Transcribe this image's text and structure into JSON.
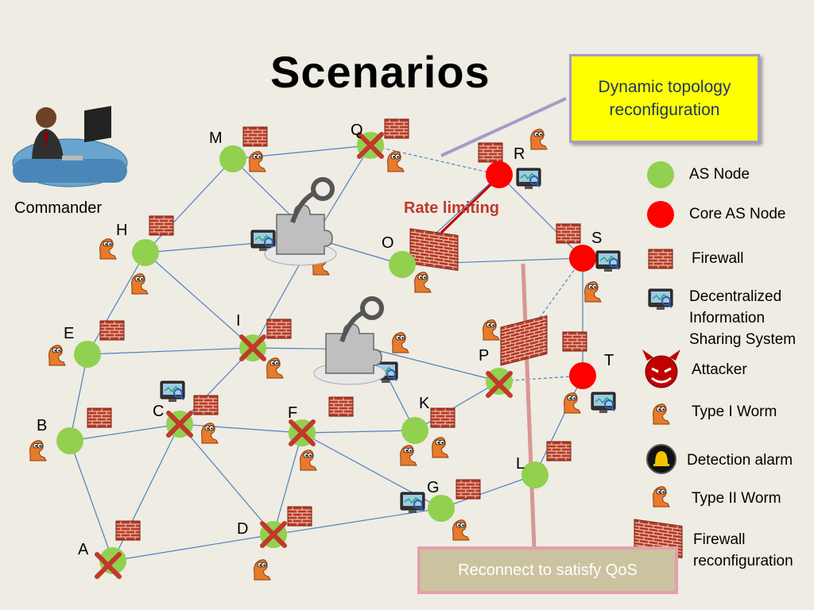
{
  "title": "Scenarios",
  "callout_top": "Dynamic topology reconfiguration",
  "callout_bottom": "Reconnect to satisfy QoS",
  "commander_label": "Commander",
  "rate_limiting": "Rate limiting",
  "node_labels": {
    "M": "M",
    "Q": "Q",
    "R": "R",
    "H": "H",
    "O": "O",
    "S": "S",
    "I": "I",
    "E": "E",
    "P": "P",
    "T": "T",
    "C": "C",
    "F": "F",
    "K": "K",
    "B": "B",
    "L": "L",
    "G": "G",
    "D": "D",
    "A": "A"
  },
  "legend": {
    "as_node": "AS Node",
    "core_as_node": "Core AS Node",
    "firewall": "Firewall",
    "diss": "Decentralized Information Sharing System",
    "attacker": "Attacker",
    "type1_worm": "Type I Worm",
    "detection_alarm": "Detection alarm",
    "type2_worm": "Type II Worm",
    "firewall_reconfig": "Firewall reconfiguration"
  },
  "colors": {
    "as_node": "#92d050",
    "core_as_node": "#ff0000",
    "link": "#4f81bd",
    "callout_fill": "#ffff00",
    "qos_line": "#d99694",
    "rate_line": "#c00000"
  },
  "icons": [
    "commander-icon",
    "firewall-icon",
    "worm-icon",
    "monitor-icon",
    "puzzle-key-icon",
    "attacker-icon",
    "alarm-icon",
    "cross-icon"
  ]
}
